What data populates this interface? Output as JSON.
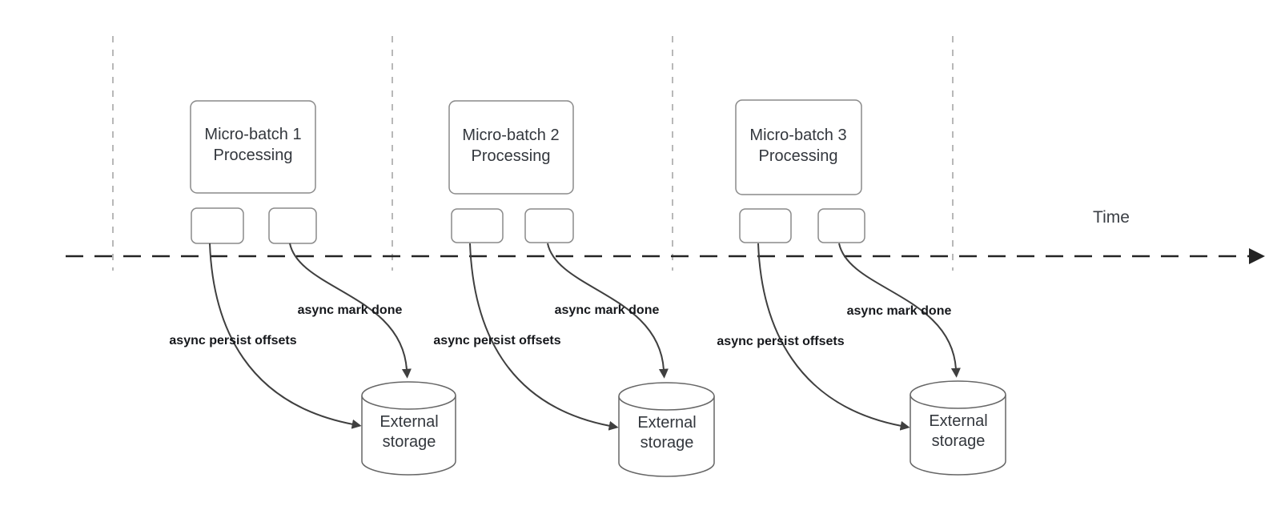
{
  "timeline": {
    "label": "Time"
  },
  "groups": [
    {
      "title_line1": "Micro-batch 1",
      "title_line2": "Processing",
      "persist_label": "async persist offsets",
      "done_label": "async mark done",
      "storage_line1": "External",
      "storage_line2": "storage"
    },
    {
      "title_line1": "Micro-batch 2",
      "title_line2": "Processing",
      "persist_label": "async persist offsets",
      "done_label": "async mark done",
      "storage_line1": "External",
      "storage_line2": "storage"
    },
    {
      "title_line1": "Micro-batch 3",
      "title_line2": "Processing",
      "persist_label": "async persist offsets",
      "done_label": "async mark done",
      "storage_line1": "External",
      "storage_line2": "storage"
    }
  ],
  "colors": {
    "background": "#ffffff",
    "guide_line": "#a6a6a6",
    "timeline_line": "#242424",
    "box_border": "#8a8a8a",
    "cylinder_border": "#666666",
    "arrow": "#3f3f3f",
    "title_text": "#33373d",
    "bold_label_text": "#16181c"
  }
}
